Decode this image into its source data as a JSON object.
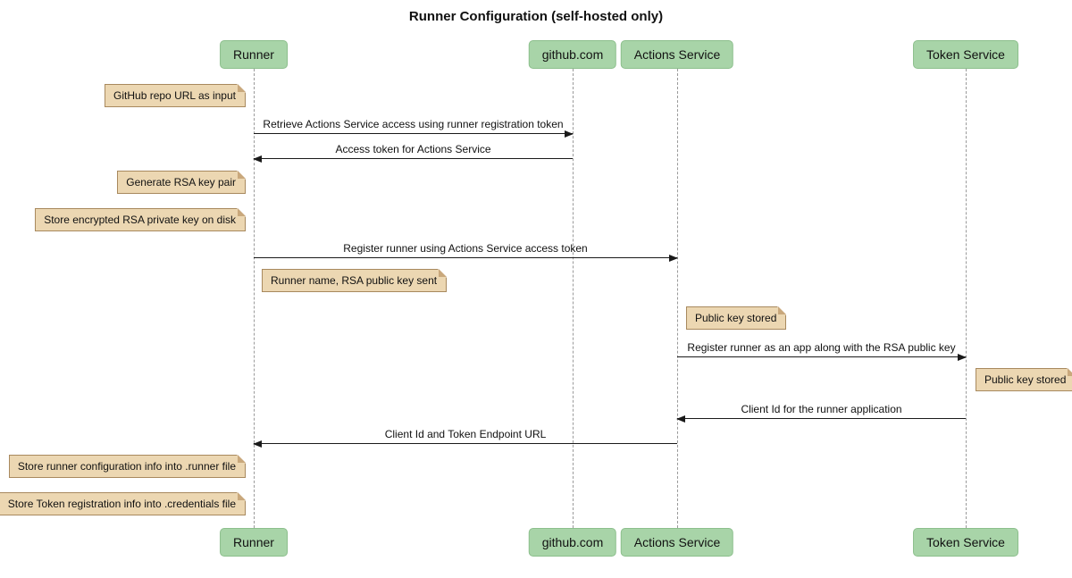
{
  "title": "Runner Configuration (self-hosted only)",
  "colors": {
    "participant_fill": "#a8d4a8",
    "participant_border": "#8cbf8c",
    "note_fill": "#ecd7b2",
    "note_border": "#a8895e",
    "note_fold": "#c9a87c",
    "lifeline_color": "#9a9a9a",
    "arrow_color": "#1a1a1a"
  },
  "participants": [
    {
      "label": "Runner"
    },
    {
      "label": "github.com"
    },
    {
      "label": "Actions Service"
    },
    {
      "label": "Token Service"
    }
  ],
  "messages": [
    {
      "from": "Runner",
      "to": "github.com",
      "direction": "right",
      "text": "Retrieve Actions Service access using runner registration token"
    },
    {
      "from": "github.com",
      "to": "Runner",
      "direction": "left",
      "text": "Access token for Actions Service"
    },
    {
      "from": "Runner",
      "to": "Actions Service",
      "direction": "right",
      "text": "Register runner using Actions Service access token"
    },
    {
      "from": "Actions Service",
      "to": "Token Service",
      "direction": "right",
      "text": "Register runner as an app along with the RSA public key"
    },
    {
      "from": "Token Service",
      "to": "Actions Service",
      "direction": "left",
      "text": "Client Id for the runner application"
    },
    {
      "from": "Actions Service",
      "to": "Runner",
      "direction": "left",
      "text": "Client Id and Token Endpoint URL"
    }
  ],
  "notes": [
    {
      "anchor": "Runner",
      "side": "left",
      "text": "GitHub repo URL as input"
    },
    {
      "anchor": "Runner",
      "side": "left",
      "text": "Generate RSA key pair"
    },
    {
      "anchor": "Runner",
      "side": "left",
      "text": "Store encrypted RSA private key on disk"
    },
    {
      "anchor": "Runner",
      "side": "right",
      "text": "Runner name, RSA public key sent"
    },
    {
      "anchor": "Actions Service",
      "side": "right",
      "text": "Public key stored"
    },
    {
      "anchor": "Token Service",
      "side": "right",
      "text": "Public key stored"
    },
    {
      "anchor": "Runner",
      "side": "left",
      "text": "Store runner configuration info into .runner file"
    },
    {
      "anchor": "Runner",
      "side": "left",
      "text": "Store Token registration info into .credentials file"
    }
  ]
}
